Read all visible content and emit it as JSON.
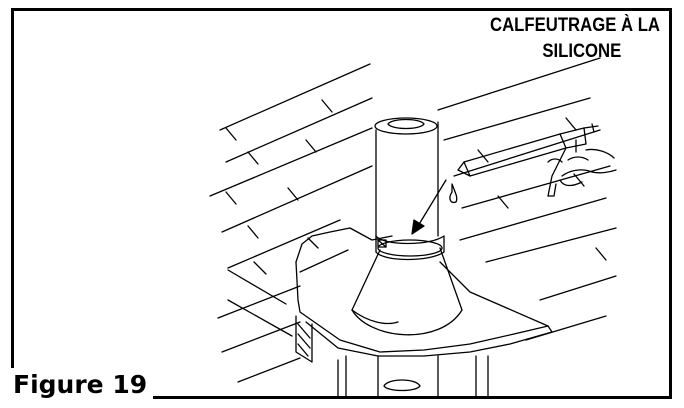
{
  "labels": {
    "callout_line1": "CALFEUTRAGE À LA",
    "callout_line2": "SILICONE"
  },
  "figure": {
    "title": "Figure 19"
  },
  "colors": {
    "ink": "#000000",
    "paper": "#ffffff"
  }
}
